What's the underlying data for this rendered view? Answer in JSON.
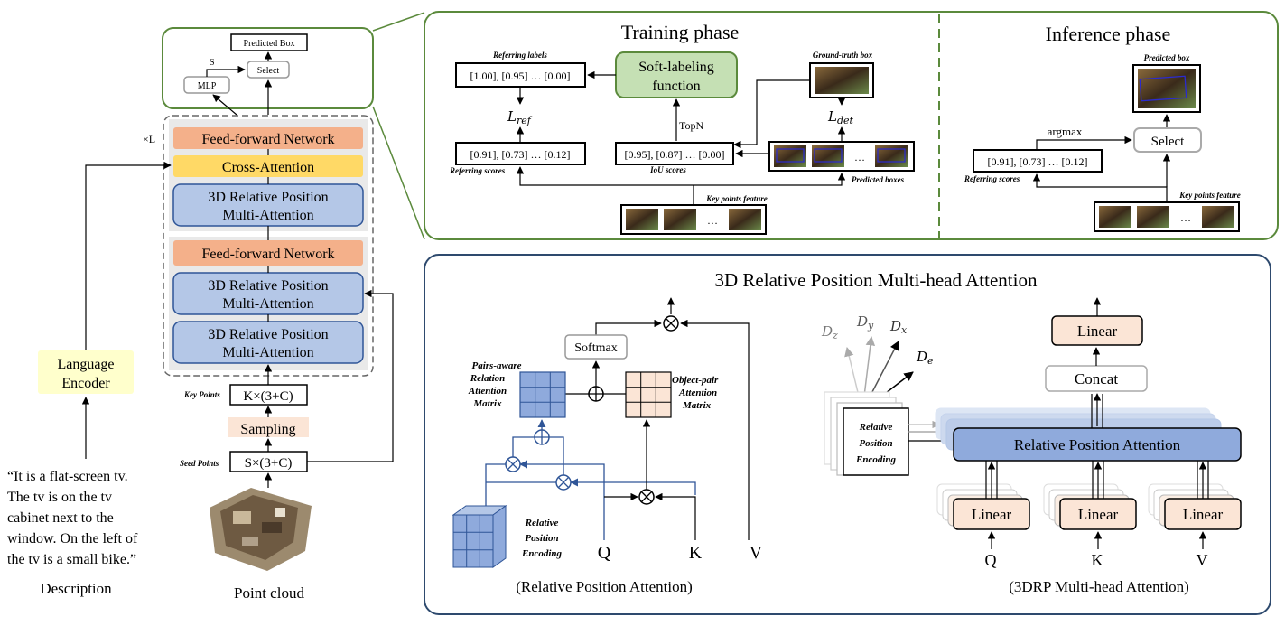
{
  "left": {
    "predicted_box": "Predicted Box",
    "select": "Select",
    "mlp": "MLP",
    "s": "S",
    "times_l": "×L",
    "ffn": "Feed-forward Network",
    "cross_attention": "Cross-Attention",
    "rpma_line1": "3D Relative Position",
    "rpma_line2": "Multi-Attention",
    "key_points": "Key Points",
    "k_shape": "K×(3+C)",
    "sampling": "Sampling",
    "seed_points": "Seed Points",
    "s_shape": "S×(3+C)",
    "point_cloud": "Point cloud",
    "lang_line1": "Language",
    "lang_line2": "Encoder",
    "desc_lines": [
      "“It is a flat-screen tv.",
      "The tv is on the tv",
      "cabinet next to the",
      "window. On the left of",
      "the tv is a small bike.”"
    ],
    "description": "Description"
  },
  "training": {
    "title": "Training phase",
    "referring_labels": "Referring labels",
    "labels_values": "[1.00], [0.95] … [0.00]",
    "soft_line1": "Soft-labeling",
    "soft_line2": "function",
    "gt_box": "Ground-truth box",
    "l_ref": "L",
    "l_ref_sub": "ref",
    "l_det": "L",
    "l_det_sub": "det",
    "topn": "TopN",
    "scores_values": "[0.91], [0.73] … [0.12]",
    "referring_scores": "Referring scores",
    "iou_values": "[0.95], [0.87] … [0.00]",
    "iou_scores": "IoU scores",
    "predicted_boxes": "Predicted boxes",
    "key_points_feature": "Key points feature",
    "ellipsis": "…"
  },
  "inference": {
    "title": "Inference phase",
    "predicted_box": "Predicted box",
    "argmax": "argmax",
    "select": "Select",
    "scores_values": "[0.91], [0.73] … [0.12]",
    "referring_scores": "Referring scores",
    "key_points_feature": "Key points feature",
    "ellipsis": "…"
  },
  "bottom": {
    "title": "3D Relative Position Multi-head Attention",
    "softmax": "Softmax",
    "pairs_lines": [
      "Pairs-aware",
      "Relation",
      "Attention",
      "Matrix"
    ],
    "objpair_lines": [
      "Object-pair",
      "Attention",
      "Matrix"
    ],
    "rpe_lines": [
      "Relative",
      "Position",
      "Encoding"
    ],
    "q": "Q",
    "k": "K",
    "v": "V",
    "rpa_caption": "(Relative Position Attention)",
    "dz": "D",
    "dz_sub": "z",
    "dy": "D",
    "dy_sub": "y",
    "dx": "D",
    "dx_sub": "x",
    "de": "D",
    "de_sub": "e",
    "rpe_box_lines": [
      "Relative",
      "Position",
      "Encoding"
    ],
    "linear": "Linear",
    "concat": "Concat",
    "rpa": "Relative Position Attention",
    "mha_caption": "(3DRP Multi-head Attention)"
  },
  "colors": {
    "green": "#5b8a3c",
    "navy": "#2e4a6e",
    "orange": "#f4b08a",
    "yellow": "#ffd966",
    "blue": "#b4c7e7",
    "blue_dark": "#8faadc",
    "peach": "#fbe5d6",
    "light_yellow": "#ffffcc",
    "soft_green": "#c5e0b4"
  }
}
